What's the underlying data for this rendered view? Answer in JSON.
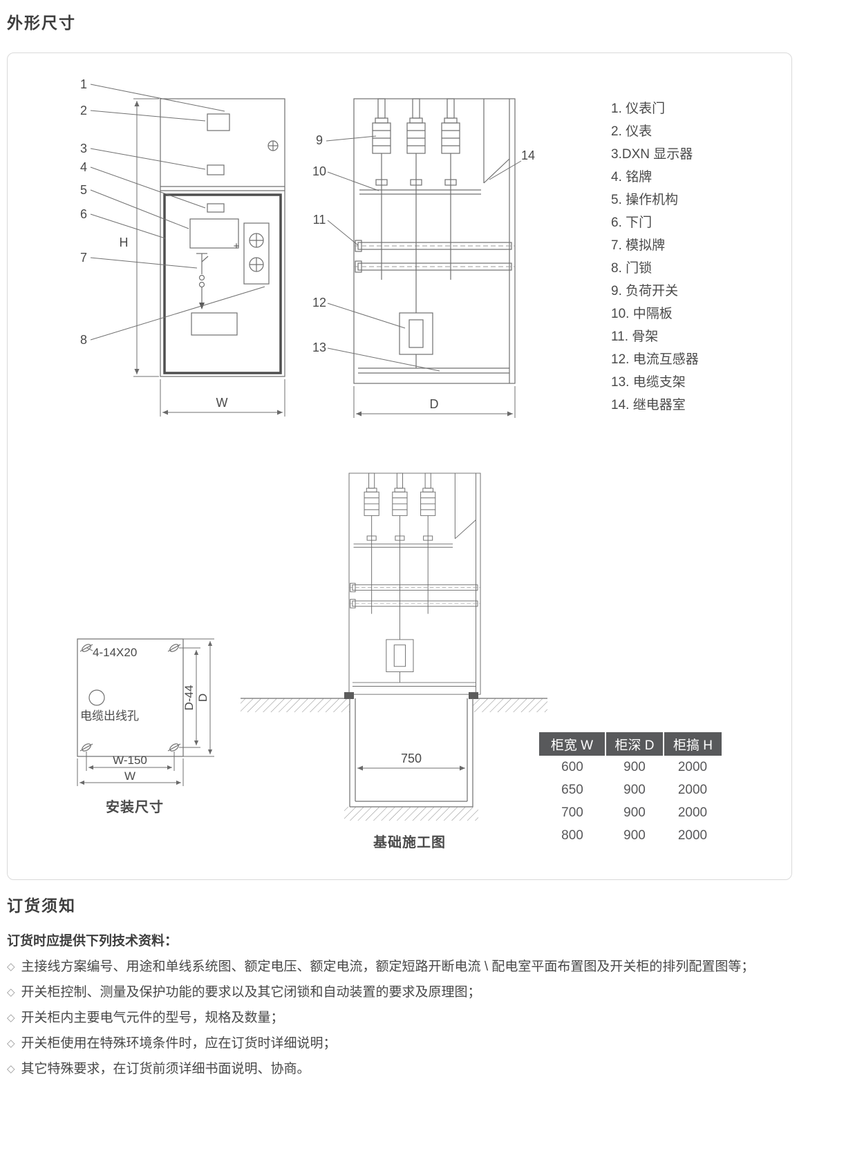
{
  "page": {
    "title": "外形尺寸",
    "bullet": "◇"
  },
  "sections": {
    "ordering_title": "订货须知",
    "notes_heading": "订货时应提供下列技术资料：",
    "notes": [
      "主接线方案编号、用途和单线系统图、额定电压、额定电流，额定短路开断电流 \\ 配电室平面布置图及开关柜的排列配置图等；",
      "开关柜控制、测量及保护功能的要求以及其它闭锁和自动装置的要求及原理图；",
      "开关柜内主要电气元件的型号，规格及数量；",
      "开关柜使用在特殊环境条件时，应在订货时详细说明；",
      "其它特殊要求，在订货前须详细书面说明、协商。"
    ]
  },
  "parts_list": [
    "1. 仪表门",
    "2. 仪表",
    "3.DXN 显示器",
    "4. 铭牌",
    "5. 操作机构",
    "6. 下门",
    "7. 模拟牌",
    "8. 门锁",
    "9. 负荷开关",
    "10. 中隔板",
    "11. 骨架",
    "12. 电流互感器",
    "13. 电缆支架",
    "14. 继电器室"
  ],
  "front_view": {
    "callouts": [
      "1",
      "2",
      "3",
      "4",
      "5",
      "6",
      "7",
      "8"
    ],
    "dim_height": "H",
    "dim_width": "W",
    "plus_sign": "+"
  },
  "side_view": {
    "callouts": [
      "9",
      "10",
      "11",
      "12",
      "13",
      "14"
    ],
    "dim_depth": "D"
  },
  "foundation_view": {
    "pit_width": "750",
    "caption": "基础施工图"
  },
  "install_view": {
    "bolt_holes": "4-14X20",
    "cable_hole": "电缆出线孔",
    "dim_w_minus": "W-150",
    "dim_w": "W",
    "dim_d_minus": "D-44",
    "dim_d": "D",
    "caption": "安装尺寸"
  },
  "dimension_table": {
    "headers": [
      "柜宽 W",
      "柜深 D",
      "柜搞 H"
    ],
    "rows": [
      [
        "600",
        "900",
        "2000"
      ],
      [
        "650",
        "900",
        "2000"
      ],
      [
        "700",
        "900",
        "2000"
      ],
      [
        "800",
        "900",
        "2000"
      ]
    ]
  }
}
